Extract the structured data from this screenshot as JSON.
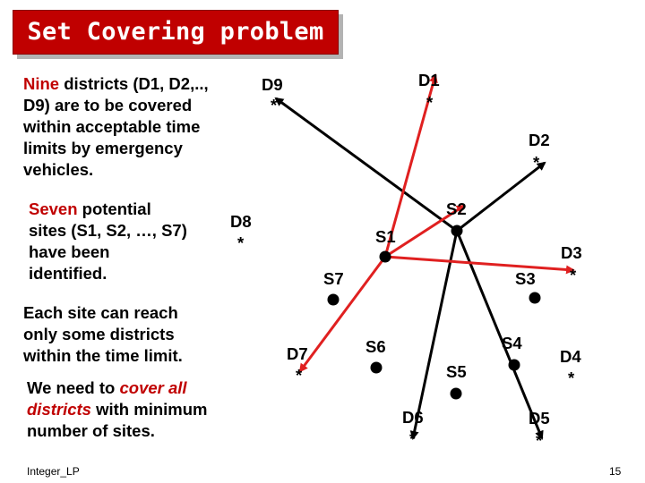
{
  "title": "Set Covering problem",
  "paragraphs": {
    "p1": {
      "em": "Nine",
      "rest": " districts (D1, D2,.., D9) are to be covered within acceptable time limits by emergency vehicles."
    },
    "p2": {
      "em": "Seven",
      "rest": " potential sites (S1, S2, …, S7) have been identified."
    },
    "p3": {
      "text": "Each site can reach only some districts within the time limit."
    },
    "p4": {
      "pre": "We need to ",
      "em": "cover all districts",
      "post": " with minimum number of sites."
    }
  },
  "districts": [
    {
      "label": "D1",
      "star": "*"
    },
    {
      "label": "D2",
      "star": "*"
    },
    {
      "label": "D3",
      "star": "*"
    },
    {
      "label": "D4",
      "star": "*"
    },
    {
      "label": "D5",
      "star": "*"
    },
    {
      "label": "D6",
      "star": "*"
    },
    {
      "label": "D7",
      "star": "*"
    },
    {
      "label": "D8",
      "star": "*"
    },
    {
      "label": "D9",
      "star": "*"
    }
  ],
  "sites": [
    {
      "label": "S1"
    },
    {
      "label": "S2"
    },
    {
      "label": "S3"
    },
    {
      "label": "S4"
    },
    {
      "label": "S5"
    },
    {
      "label": "S6"
    },
    {
      "label": "S7"
    }
  ],
  "colors": {
    "title_bg": "#c00000",
    "highlight": "#c00000",
    "arrow_red": "#e02020",
    "arrow_black": "#000000"
  },
  "footer": {
    "left": "Integer_LP",
    "right": "15"
  }
}
